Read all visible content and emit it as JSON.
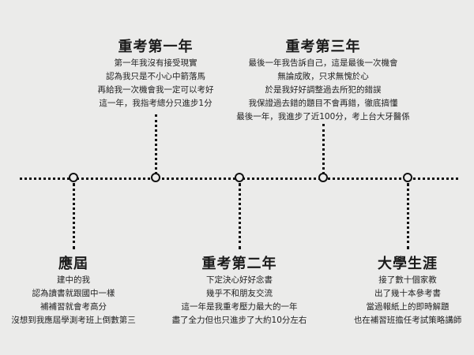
{
  "events": [
    {
      "id": "yingjie",
      "title": "應屆",
      "lines": [
        "建中的我",
        "認為讀書就跟國中一樣",
        "補補習就會考高分",
        "沒想到我應屆學測考班上倒數第三"
      ]
    },
    {
      "id": "retake1",
      "title": "重考第一年",
      "lines": [
        "第一年我沒有接受現實",
        "認為我只是不小心中箭落馬",
        "再給我一次機會我一定可以考好",
        "這一年，我指考總分只進步1分"
      ]
    },
    {
      "id": "retake2",
      "title": "重考第二年",
      "lines": [
        "下定決心好好念書",
        "幾乎不和朋友交流",
        "這一年是我重考壓力最大的一年",
        "盡了全力但也只進步了大約10分左右"
      ]
    },
    {
      "id": "retake3",
      "title": "重考第三年",
      "lines": [
        "最後一年我告訴自己，這是最後一次機會",
        "無論成敗，只求無愧於心",
        "於是我好好調整過去所犯的錯誤",
        "我保證過去錯的題目不會再錯，徹底搞懂",
        "最後一年，我進步了近100分，考上台大牙醫係"
      ]
    },
    {
      "id": "university",
      "title": "大學生涯",
      "lines": [
        "接了數十個家教",
        "出了幾十本參考書",
        "當過報紙上的即時解題",
        "也在補習班擔任考試策略講師"
      ]
    }
  ]
}
